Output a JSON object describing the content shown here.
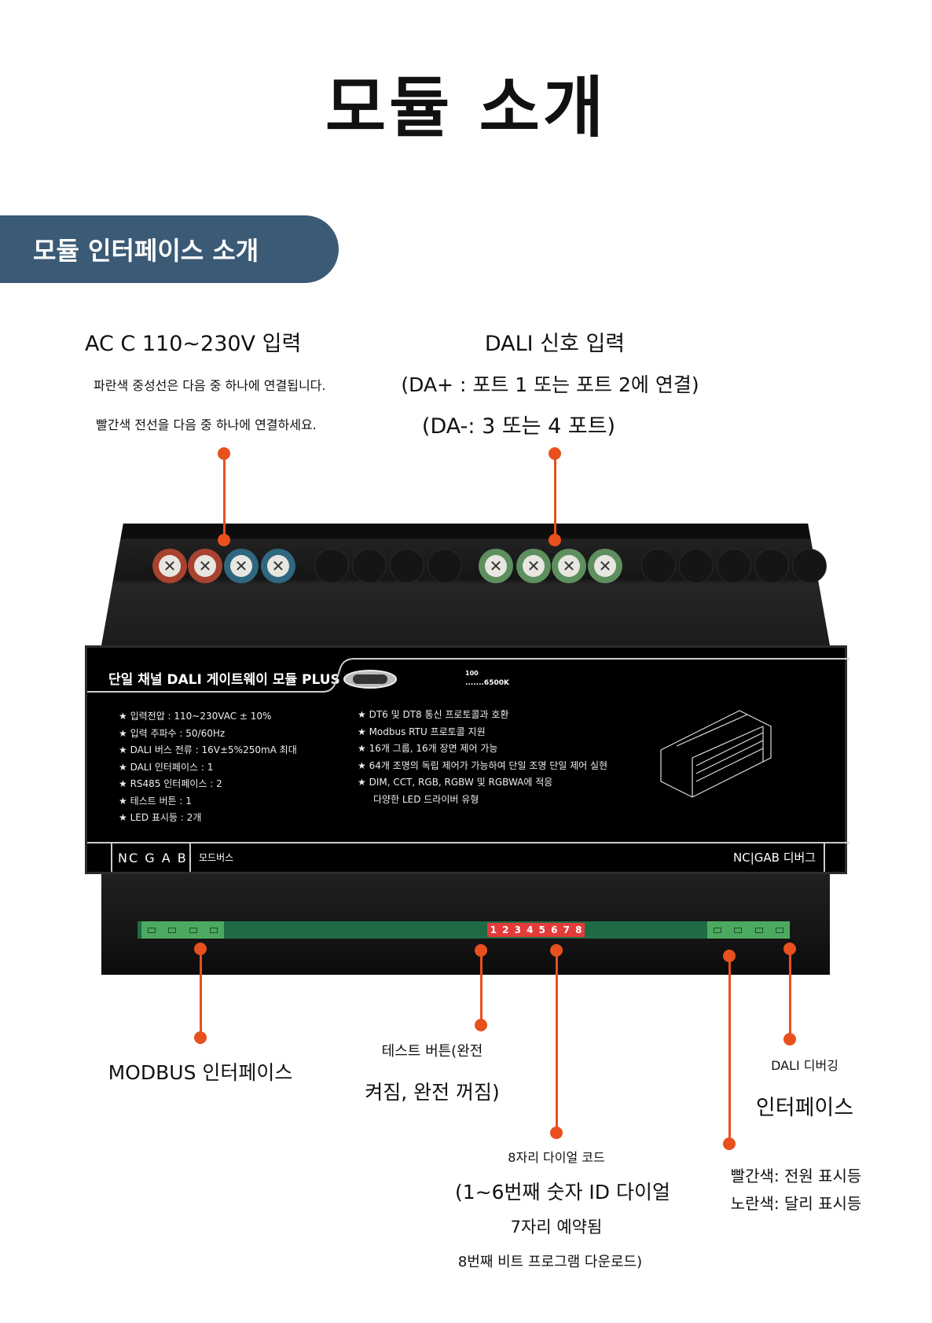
{
  "title": "모듈 소개",
  "banner": "모듈 인터페이스 소개",
  "callouts": {
    "ac": {
      "title": "AC C 110~230V 입력",
      "line1": "파란색 중성선은 다음 중 하나에 연결됩니다.",
      "line2": "빨간색 전선을 다음 중 하나에 연결하세요."
    },
    "dali": {
      "title": "DALI 신호 입력",
      "line1": "(DA+ : 포트 1 또는 포트 2에 연결)",
      "line2": "(DA-: 3 또는 4 포트)"
    },
    "modbus": {
      "title": "MODBUS 인터페이스"
    },
    "test": {
      "line1": "테스트 버튼(완전",
      "line2": "켜짐, 완전 꺼짐)"
    },
    "dial": {
      "line1": "8자리 다이얼 코드",
      "line2": "(1~6번째 숫자 ID 다이얼",
      "line3": "7자리 예약됨",
      "line4": "8번째 비트 프로그램 다운로드)"
    },
    "led": {
      "line1": "빨간색: 전원 표시등",
      "line2": "노란색: 달리 표시등"
    },
    "debug": {
      "line1": "DALI 디버깅",
      "line2": "인터페이스"
    }
  },
  "device": {
    "label_title": "단일 채널 DALI 게이트웨이 모듈 PLUS",
    "cct_top": "100",
    "cct_bottom": ".......6500K",
    "specs_left": [
      "★ 입력전압 : 110~230VAC ± 10%",
      "★ 입력 주파수 : 50/60Hz",
      "★ DALI 버스 전류 : 16V±5%250mA 최대",
      "★ DALI 인터페이스 : 1",
      "★ RS485 인터페이스 : 2",
      "★ 테스트 버튼 : 1",
      "★ LED 표시등 : 2개"
    ],
    "specs_right": [
      "★ DT6 및 DT8 통신 프로토콜과 호환",
      "★ Modbus RTU 프로토콜 지원",
      "★ 16개 그룹, 16개 장면 제어 가능",
      "★ 64개 조명의 독립 제어가 가능하여 단일 조명 단일 제어 실현",
      "★ DIM, CCT, RGB, RGBW 및 RGBWA에 적응",
      "다양한 LED 드라이버 유형"
    ],
    "bottom_left_pins": "NC G A B",
    "bottom_left_label": "모드버스",
    "bottom_right_pins": "NC|GAB 디버그",
    "dip_numbers": [
      "1",
      "2",
      "3",
      "4",
      "5",
      "6",
      "7",
      "8"
    ],
    "terminal_colors": [
      "#a8432f",
      "#a8432f",
      "#2f6780",
      "#2f6780",
      "#5e8f5e",
      "#5e8f5e",
      "#5e8f5e",
      "#5e8f5e"
    ]
  },
  "colors": {
    "accent": "#e8501e",
    "banner": "#3b5a76"
  }
}
